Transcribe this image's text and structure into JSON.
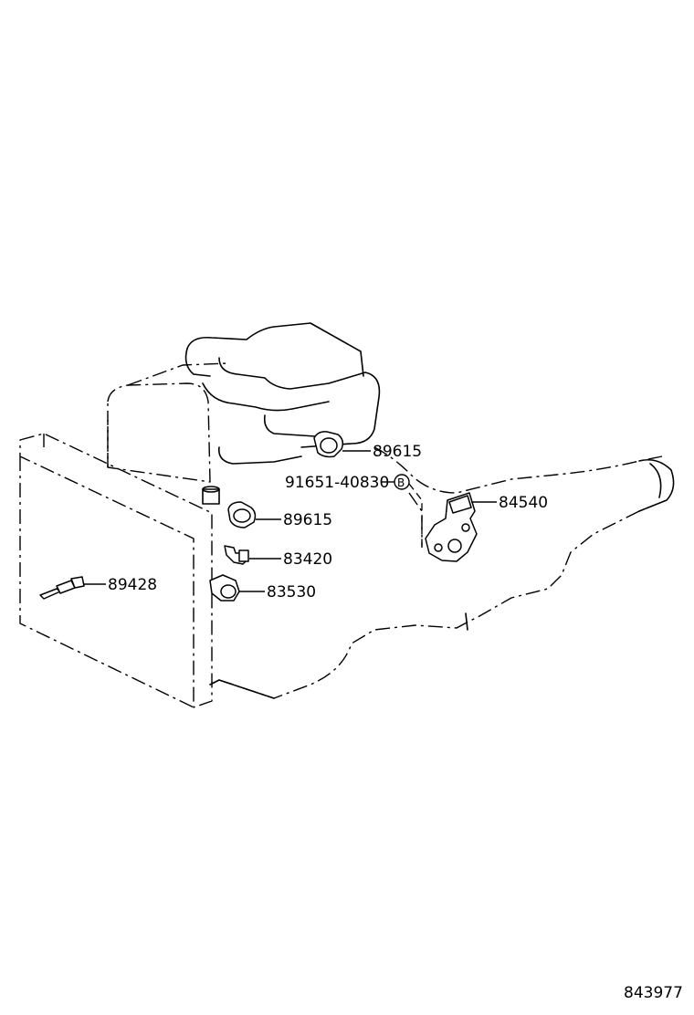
{
  "figure_id": "843977",
  "callouts": {
    "sensor_upper": "89615",
    "sensor_lower": "89615",
    "bolt": "91651-40830",
    "bolt_marker": "B",
    "switch": "84540",
    "pressure_switch": "83420",
    "speed_sensor": "83530",
    "temp_sensor": "89428"
  },
  "icons": {
    "bolt_marker": "circled-letter-icon"
  }
}
